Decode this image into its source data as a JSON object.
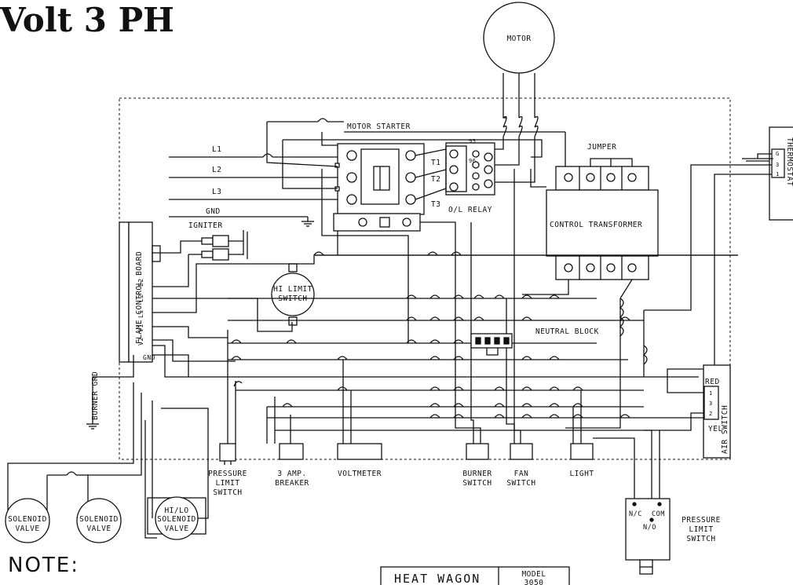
{
  "title": "Volt 3 PH",
  "labels": {
    "motor": "MOTOR",
    "motor_starter": "MOTOR STARTER",
    "jumper": "JUMPER",
    "l1": "L1",
    "l2": "L2",
    "l3": "L3",
    "gnd": "GND",
    "t1": "T1",
    "t2": "T2",
    "t3": "T3",
    "ol_relay": "O/L RELAY",
    "ol_95": "95",
    "ol_96": "96",
    "igniter": "IGNITER",
    "control_transformer": "CONTROL TRANSFORMER",
    "flame_control_board": "FLAME CONTROL BOARD",
    "fcb_e2": "E2",
    "fcb_l2": "L2",
    "fcb_l1": "L1",
    "fcb_v1": "V1",
    "fcb_v2": "V2",
    "fcb_gnd": "GND",
    "hi_limit_1": "HI LIMIT",
    "hi_limit_2": "SWITCH",
    "neutral_block": "NEUTRAL BLOCK",
    "burner_grd": "BURNER GRD",
    "thermostat": "THERMOSTAT",
    "th_g": "G",
    "th_3": "3",
    "th_1": "1",
    "air_switch": "AIR SWITCH",
    "red": "RED",
    "yel": "YEL",
    "as_1": "1",
    "as_3": "3",
    "as_2": "2",
    "pressure_limit_1": "PRESSURE",
    "pressure_limit_2": "LIMIT",
    "pressure_limit_3": "SWITCH",
    "breaker_1": "3 AMP.",
    "breaker_2": "BREAKER",
    "voltmeter": "VOLTMETER",
    "burner_switch_1": "BURNER",
    "burner_switch_2": "SWITCH",
    "fan_switch_1": "FAN",
    "fan_switch_2": "SWITCH",
    "light": "LIGHT",
    "nc": "N/C",
    "com": "COM",
    "no": "N/O",
    "pls2_1": "PRESSURE",
    "pls2_2": "LIMIT",
    "pls2_3": "SWITCH",
    "sv1_1": "SOLENOID",
    "sv1_2": "VALVE",
    "sv2_1": "SOLENOID",
    "sv2_2": "VALVE",
    "sv3_1": "HI/LO",
    "sv3_2": "SOLENOID",
    "sv3_3": "VALVE",
    "note": "NOTE:",
    "heat_wagon": "HEAT WAGON",
    "model": "MODEL",
    "model_no": "3050"
  }
}
